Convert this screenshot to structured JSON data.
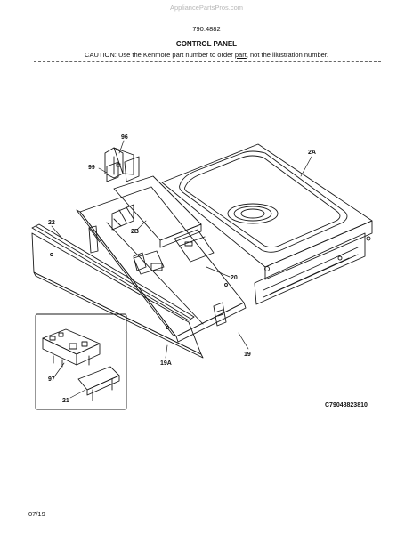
{
  "header": {
    "watermark": "AppliancePartsPros.com",
    "model_number": "790.4882",
    "title": "CONTROL PANEL",
    "caution": {
      "before": "CAUTION: Use the Kenmore part number to order ",
      "underlined": "part",
      "after": ", not the illustration number."
    }
  },
  "callouts": {
    "c96": "96",
    "c99": "99",
    "c2A": "2A",
    "c22": "22",
    "c2B": "2B",
    "c20": "20",
    "c19": "19",
    "c19A": "19A",
    "c97": "97",
    "c21": "21"
  },
  "footer": {
    "figure_code": "C79048823810",
    "date": "07/19"
  }
}
